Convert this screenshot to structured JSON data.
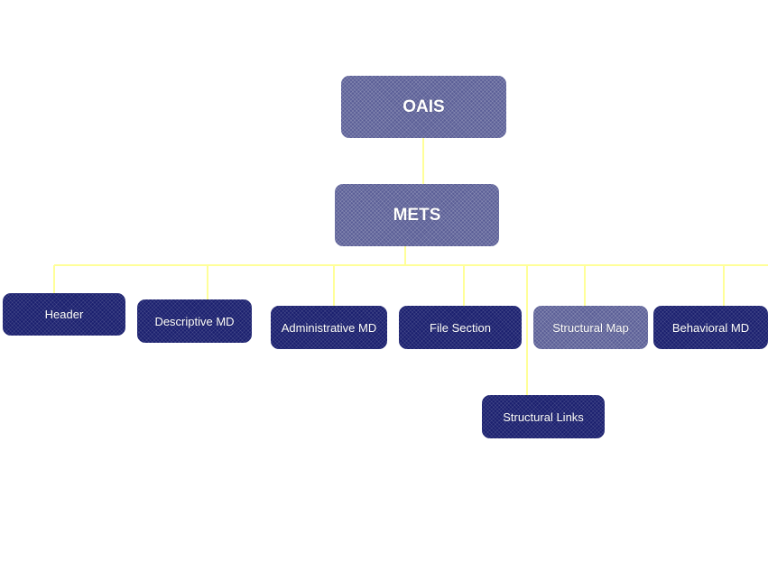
{
  "diagram": {
    "root": {
      "label": "OAIS"
    },
    "mets": {
      "label": "METS"
    },
    "sections": [
      {
        "label": "Header"
      },
      {
        "label": "Descriptive MD"
      },
      {
        "label": "Administrative MD"
      },
      {
        "label": "File Section"
      },
      {
        "label": "Structural Map"
      },
      {
        "label": "Behavioral MD"
      }
    ],
    "structural_links": {
      "label": "Structural Links"
    }
  },
  "colors": {
    "node_dark": "#1a1f6e",
    "node_light": "#5a5e96",
    "connector": "#ffff99",
    "background": "#ffffff"
  }
}
